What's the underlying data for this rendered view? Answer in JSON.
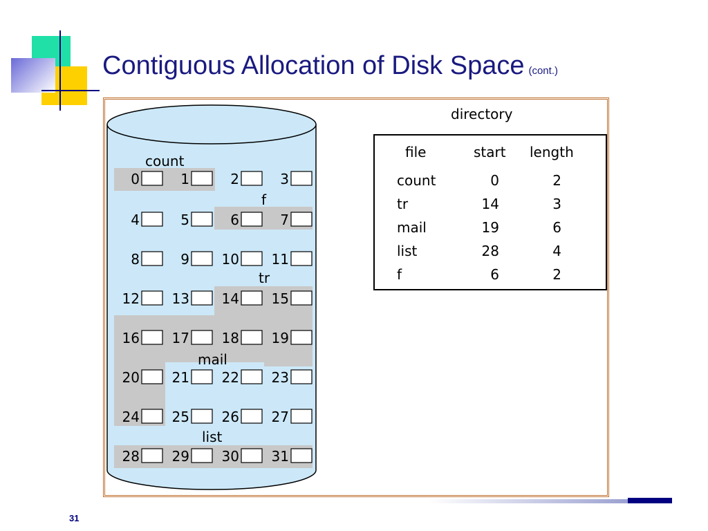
{
  "slide": {
    "title": "Contiguous Allocation of Disk Space",
    "title_suffix": "(cont.)",
    "page_number": "31"
  },
  "colors": {
    "title": "#1a1a80",
    "cylinder_fill": "#cce8f8",
    "block_highlight": "#c8c8c8",
    "frame": "#c07030",
    "accent_navy": "#000080"
  },
  "disk": {
    "blocks": [
      "0",
      "1",
      "2",
      "3",
      "4",
      "5",
      "6",
      "7",
      "8",
      "9",
      "10",
      "11",
      "12",
      "13",
      "14",
      "15",
      "16",
      "17",
      "18",
      "19",
      "20",
      "21",
      "22",
      "23",
      "24",
      "25",
      "26",
      "27",
      "28",
      "29",
      "30",
      "31"
    ],
    "file_labels": [
      "count",
      "f",
      "tr",
      "mail",
      "list"
    ]
  },
  "directory": {
    "title": "directory",
    "headers": [
      "file",
      "start",
      "length"
    ],
    "rows": [
      {
        "file": "count",
        "start": "0",
        "length": "2"
      },
      {
        "file": "tr",
        "start": "14",
        "length": "3"
      },
      {
        "file": "mail",
        "start": "19",
        "length": "6"
      },
      {
        "file": "list",
        "start": "28",
        "length": "4"
      },
      {
        "file": "f",
        "start": "6",
        "length": "2"
      }
    ]
  }
}
